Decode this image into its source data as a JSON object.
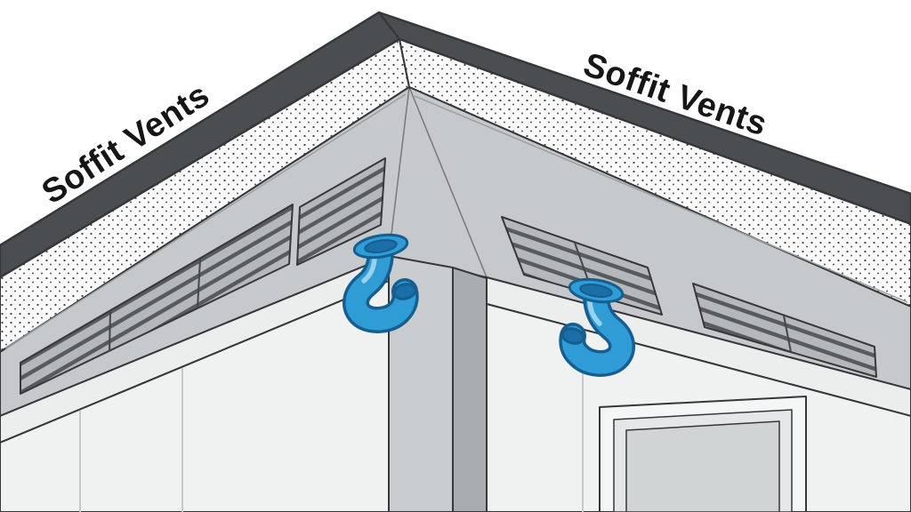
{
  "diagram": {
    "type": "illustration",
    "subject": "Corner view of a roof eave showing soffit vents with airflow ducts",
    "labels": {
      "left": "Soffit Vents",
      "right": "Soffit Vents"
    },
    "colors": {
      "fascia": "#4b4e50",
      "stipple_dot": "#4a4a4a",
      "soffit": "#c6c9cb",
      "vent_panel": "#b4b8ba",
      "vent_slat": "#575b5e",
      "beam": "#eceded",
      "wall": "#f0f1f1",
      "column_front": "#c9cdcf",
      "column_side": "#a8adaf",
      "door_opening": "#d0d4d5",
      "airflow_blue": "#2f9cd6",
      "airflow_dark": "#155e8f",
      "airflow_deep": "#1c6ea6",
      "outline": "#35373a",
      "label_text": "#161616"
    }
  }
}
